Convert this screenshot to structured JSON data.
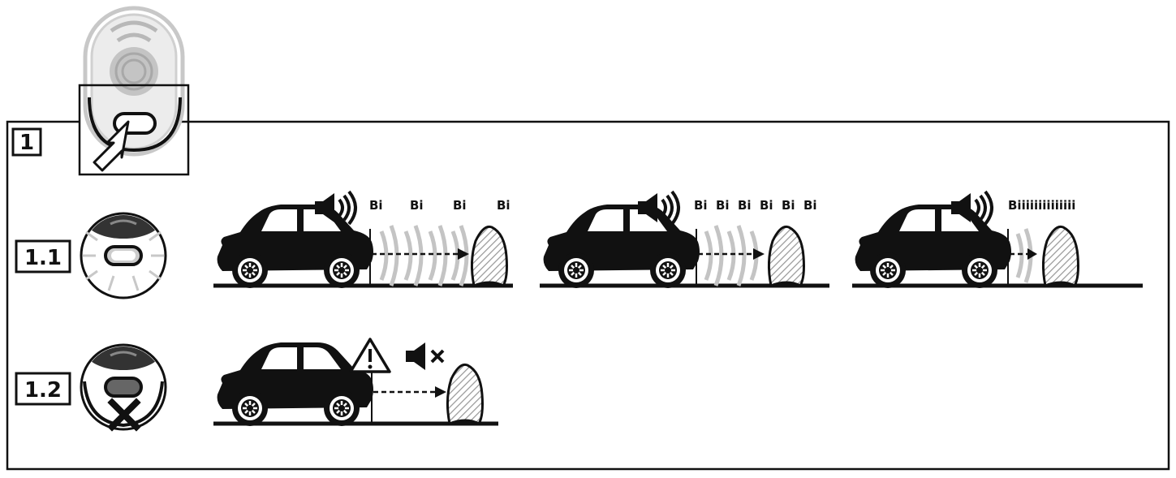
{
  "labels": {
    "main": "1",
    "step_on": "1.1",
    "step_off": "1.2"
  },
  "beeps": {
    "far": [
      "Bi",
      "Bi",
      "Bi",
      "Bi"
    ],
    "mid": [
      "Bi",
      "Bi",
      "Bi",
      "Bi",
      "Bi",
      "Bi"
    ],
    "near": "Biiiiiiiiiiiiii"
  },
  "icons": {
    "remote": "parking-sensor-remote-icon",
    "button_on": "sensor-button-active-icon",
    "button_off": "sensor-button-disabled-icon",
    "car": "car-icon",
    "obstacle": "obstacle-icon",
    "sound_on": "speaker-on-icon",
    "sound_off": "speaker-muted-icon",
    "warning": "warning-triangle-icon",
    "press": "press-arrow-icon"
  },
  "colors": {
    "ink": "#111111",
    "wave": "#bdbdbd",
    "remote_fill": "#e4e4e4"
  }
}
